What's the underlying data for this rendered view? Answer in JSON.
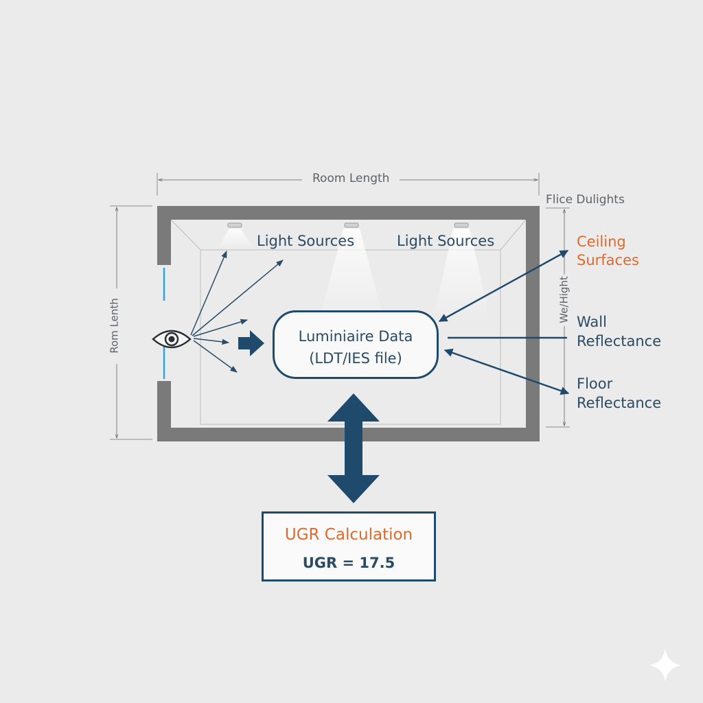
{
  "labels": {
    "room_length_top": "Room Length",
    "room_length_left": "Rom Lenth",
    "flice_dulights": "Flice Dulights",
    "we_hight": "We/Hight",
    "light_sources_1": "Light Sources",
    "light_sources_2": "Light Sources",
    "ceiling_line1": "Ceiling",
    "ceiling_line2": "Surfaces",
    "wall_line1": "Wall",
    "wall_line2": "Reflectance",
    "floor_line1": "Floor",
    "floor_line2": "Reflectance",
    "luminaire_line1": "Luminiaire Data",
    "luminaire_line2": "(LDT/IES file)",
    "ugr_title": "UGR Calculation",
    "ugr_value": "UGR = 17.5"
  },
  "colors": {
    "background": "#ebebeb",
    "wall": "#7a7a7a",
    "dark_blue": "#1f4a6b",
    "accent_orange": "#e06a2c",
    "window_cyan": "#29a9d6"
  },
  "icons": {
    "observer": "eye-icon",
    "luminaire": "ceiling-light-icon",
    "brand": "sparkle-icon"
  }
}
